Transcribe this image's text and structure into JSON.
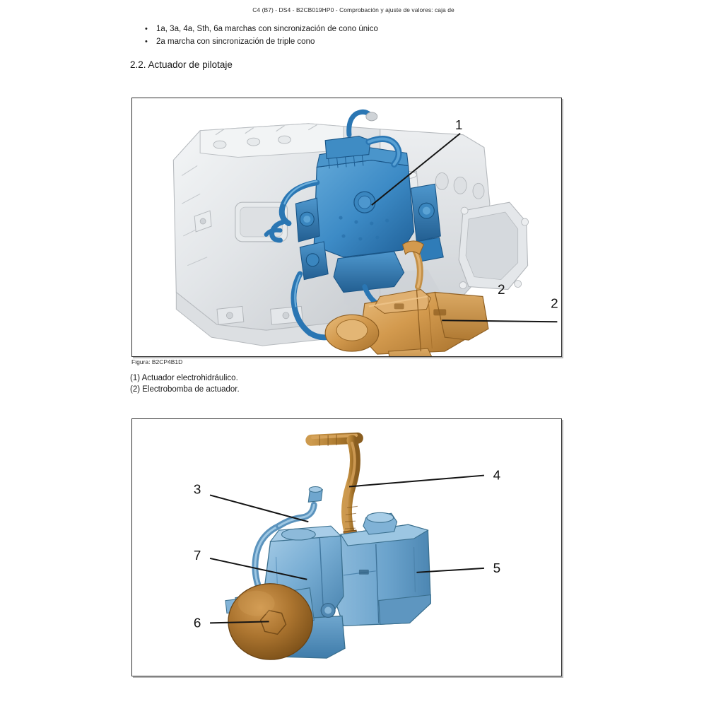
{
  "document": {
    "header": "C4 (B7) - DS4 - B2CB019HP0 - Comprobación y ajuste de valores: caja de",
    "section_title": "2.2. Actuador de pilotaje"
  },
  "bullets": [
    {
      "mark": "•",
      "text": "1a, 3a, 4a, Sth, 6a marchas con sincronización de cono único"
    },
    {
      "mark": "•",
      "text": "2a marcha con sincronización de triple cono"
    }
  ],
  "figure_1": {
    "caption": "Figura: B2CP4B1D",
    "callouts": [
      {
        "id": "1",
        "label": "1"
      },
      {
        "id": "2",
        "label": "2"
      }
    ],
    "legend": [
      "(1) Actuador electrohidráulico.",
      "(2) Electrobomba de actuador."
    ],
    "colors": {
      "housing_light": "#eef0f2",
      "housing_mid": "#d9dcdf",
      "housing_shadow": "#bfc3c7",
      "actuator_blue": "#2f7fbf",
      "actuator_blue_dark": "#1f5f96",
      "actuator_blue_light": "#5ea5d6",
      "pump_orange": "#d39a4e",
      "pump_orange_dark": "#b07a33",
      "pump_orange_light": "#e3b675"
    }
  },
  "figure_2": {
    "callouts": [
      {
        "id": "3",
        "label": "3"
      },
      {
        "id": "4",
        "label": "4"
      },
      {
        "id": "5",
        "label": "5"
      },
      {
        "id": "6",
        "label": "6"
      },
      {
        "id": "7",
        "label": "7"
      }
    ],
    "colors": {
      "body_blue": "#6ba3cc",
      "body_blue_dark": "#3f7caa",
      "body_blue_light": "#96c2e0",
      "accumulator_orange": "#a9702d",
      "accumulator_orange_light": "#c98f46",
      "hose_orange": "#b8832f"
    }
  }
}
